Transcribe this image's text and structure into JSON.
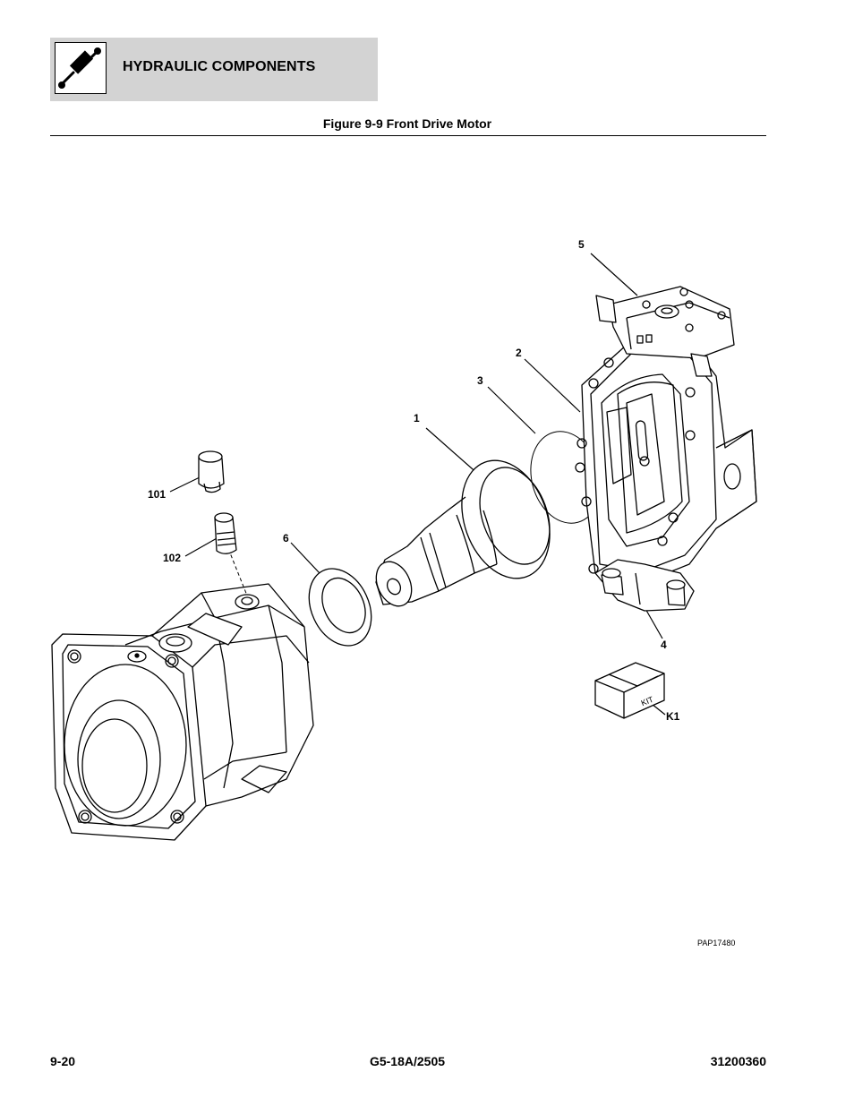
{
  "header": {
    "section_title": "HYDRAULIC COMPONENTS",
    "icon": "hydraulic-cylinder-icon"
  },
  "figure": {
    "title": "Figure 9-9 Front Drive Motor",
    "id": "PAP17480",
    "callouts": [
      "5",
      "2",
      "3",
      "1",
      "101",
      "6",
      "102",
      "4",
      "K1"
    ],
    "kit_label": "KIT"
  },
  "footer": {
    "page_number": "9-20",
    "model": "G5-18A/2505",
    "doc_number": "31200360"
  }
}
